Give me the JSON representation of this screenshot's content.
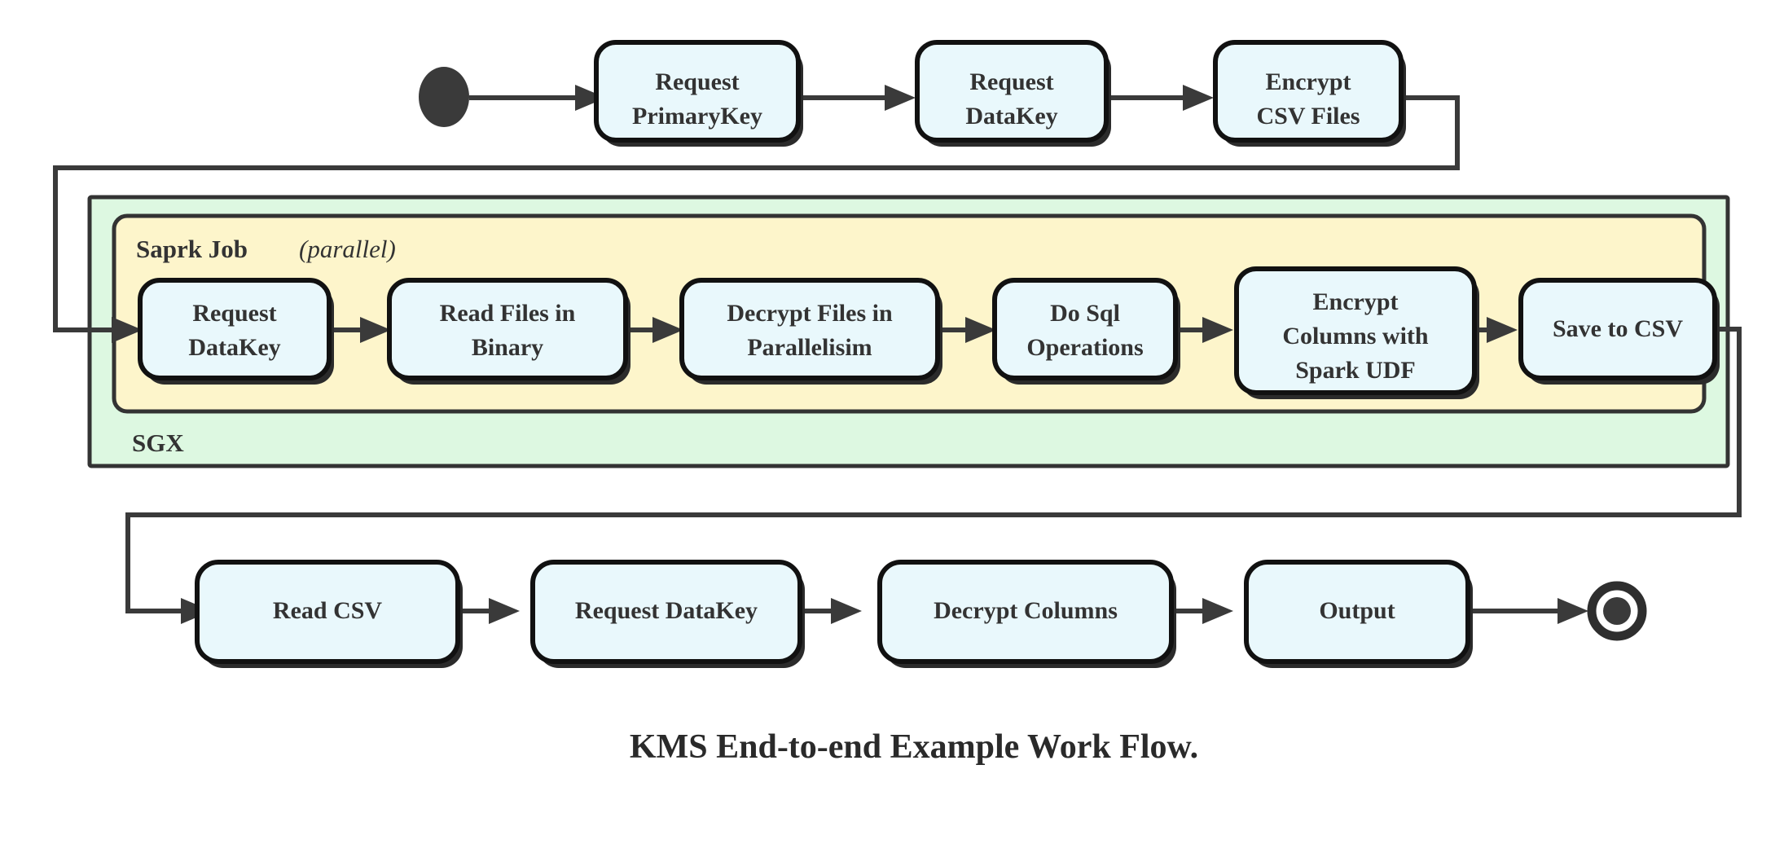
{
  "diagram": {
    "caption": "KMS End-to-end Example Work Flow.",
    "colors": {
      "node_fill": "#e9f8fc",
      "node_stroke": "#111111",
      "sgx_fill": "#ddf8e1",
      "spark_fill": "#fdf5cb",
      "container_stroke": "#333333",
      "edge": "#3a3a3a",
      "text": "#333333"
    },
    "containers": [
      {
        "id": "sgx",
        "label": "SGX",
        "label_position": "bottom-left"
      },
      {
        "id": "spark",
        "label": "Saprk Job",
        "modifier": "(parallel)",
        "label_position": "top-left"
      }
    ],
    "start_node": {
      "name": "initial-state",
      "shape": "filled-circle"
    },
    "end_node": {
      "name": "final-state",
      "shape": "ringed-circle"
    },
    "rows": [
      {
        "id": "row-top",
        "nodes": [
          {
            "id": "request-primarykey",
            "lines": [
              "Request",
              "PrimaryKey"
            ]
          },
          {
            "id": "request-datakey-top",
            "lines": [
              "Request",
              "DataKey"
            ]
          },
          {
            "id": "encrypt-csv-files",
            "lines": [
              "Encrypt",
              "CSV Files"
            ]
          }
        ]
      },
      {
        "id": "row-spark",
        "nodes": [
          {
            "id": "request-datakey-spark",
            "lines": [
              "Request",
              "DataKey"
            ]
          },
          {
            "id": "read-files-in-binary",
            "lines": [
              "Read Files in",
              "Binary"
            ]
          },
          {
            "id": "decrypt-files-in-parallelisim",
            "lines": [
              "Decrypt Files in",
              "Parallelisim"
            ]
          },
          {
            "id": "do-sql-operations",
            "lines": [
              "Do Sql",
              "Operations"
            ]
          },
          {
            "id": "encrypt-columns-with-spark-udf",
            "lines": [
              "Encrypt",
              "Columns with",
              "Spark UDF"
            ]
          },
          {
            "id": "save-to-csv",
            "lines": [
              "Save to CSV"
            ]
          }
        ]
      },
      {
        "id": "row-bottom",
        "nodes": [
          {
            "id": "read-csv",
            "lines": [
              "Read CSV"
            ]
          },
          {
            "id": "request-datakey-bottom",
            "lines": [
              "Request DataKey"
            ]
          },
          {
            "id": "decrypt-columns",
            "lines": [
              "Decrypt Columns"
            ]
          },
          {
            "id": "output",
            "lines": [
              "Output"
            ]
          }
        ]
      }
    ],
    "labels": {
      "start_to_primarykey": "",
      "encrypt_to_spark": "",
      "save_to_read_csv": ""
    }
  }
}
